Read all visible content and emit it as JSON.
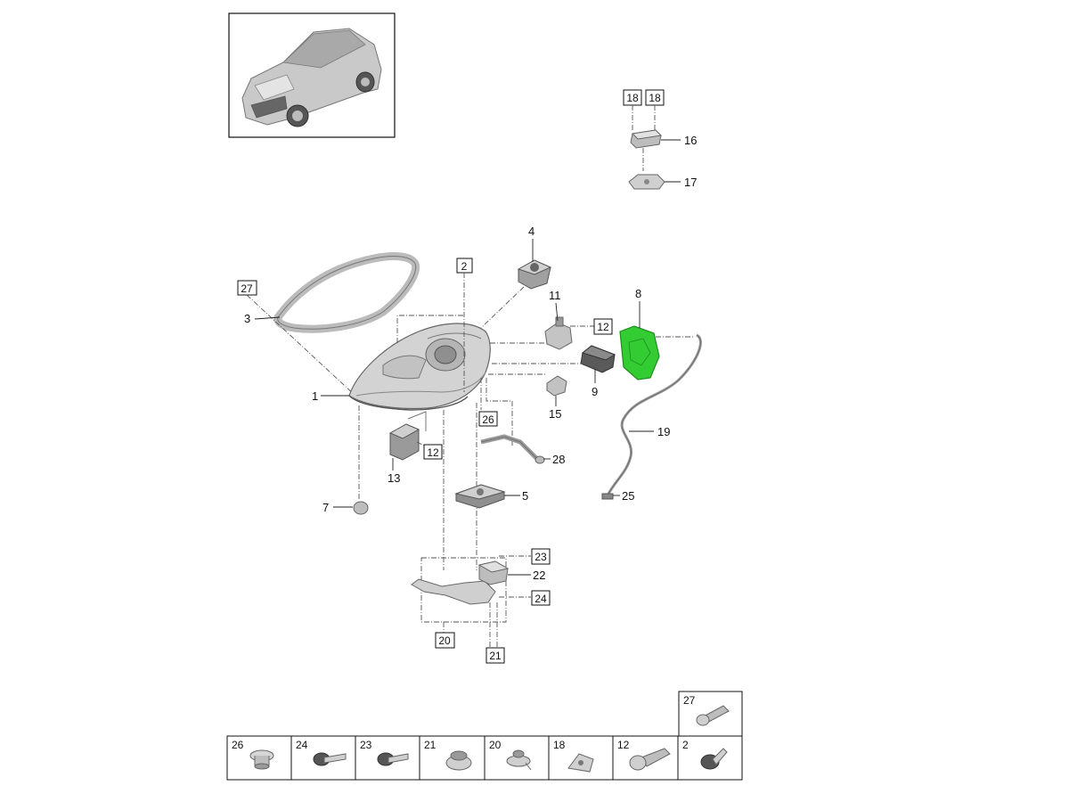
{
  "callouts": {
    "c1": "1",
    "c2": "2",
    "c3": "3",
    "c4": "4",
    "c5": "5",
    "c7": "7",
    "c8": "8",
    "c9": "9",
    "c11": "11",
    "c12a": "12",
    "c12b": "12",
    "c13": "13",
    "c15": "15",
    "c16": "16",
    "c17": "17",
    "c18a": "18",
    "c18b": "18",
    "c19": "19",
    "c20": "20",
    "c21": "21",
    "c22": "22",
    "c23": "23",
    "c24": "24",
    "c25": "25",
    "c26": "26",
    "c27": "27",
    "c28": "28"
  },
  "table": {
    "top_cell": "27",
    "cells": [
      "26",
      "24",
      "23",
      "21",
      "20",
      "18",
      "12",
      "2"
    ]
  },
  "colors": {
    "highlight_part": "#33cc33",
    "highlight_stroke": "#1e8c1e",
    "line": "#222222",
    "part_fill": "#d7d7d7"
  }
}
